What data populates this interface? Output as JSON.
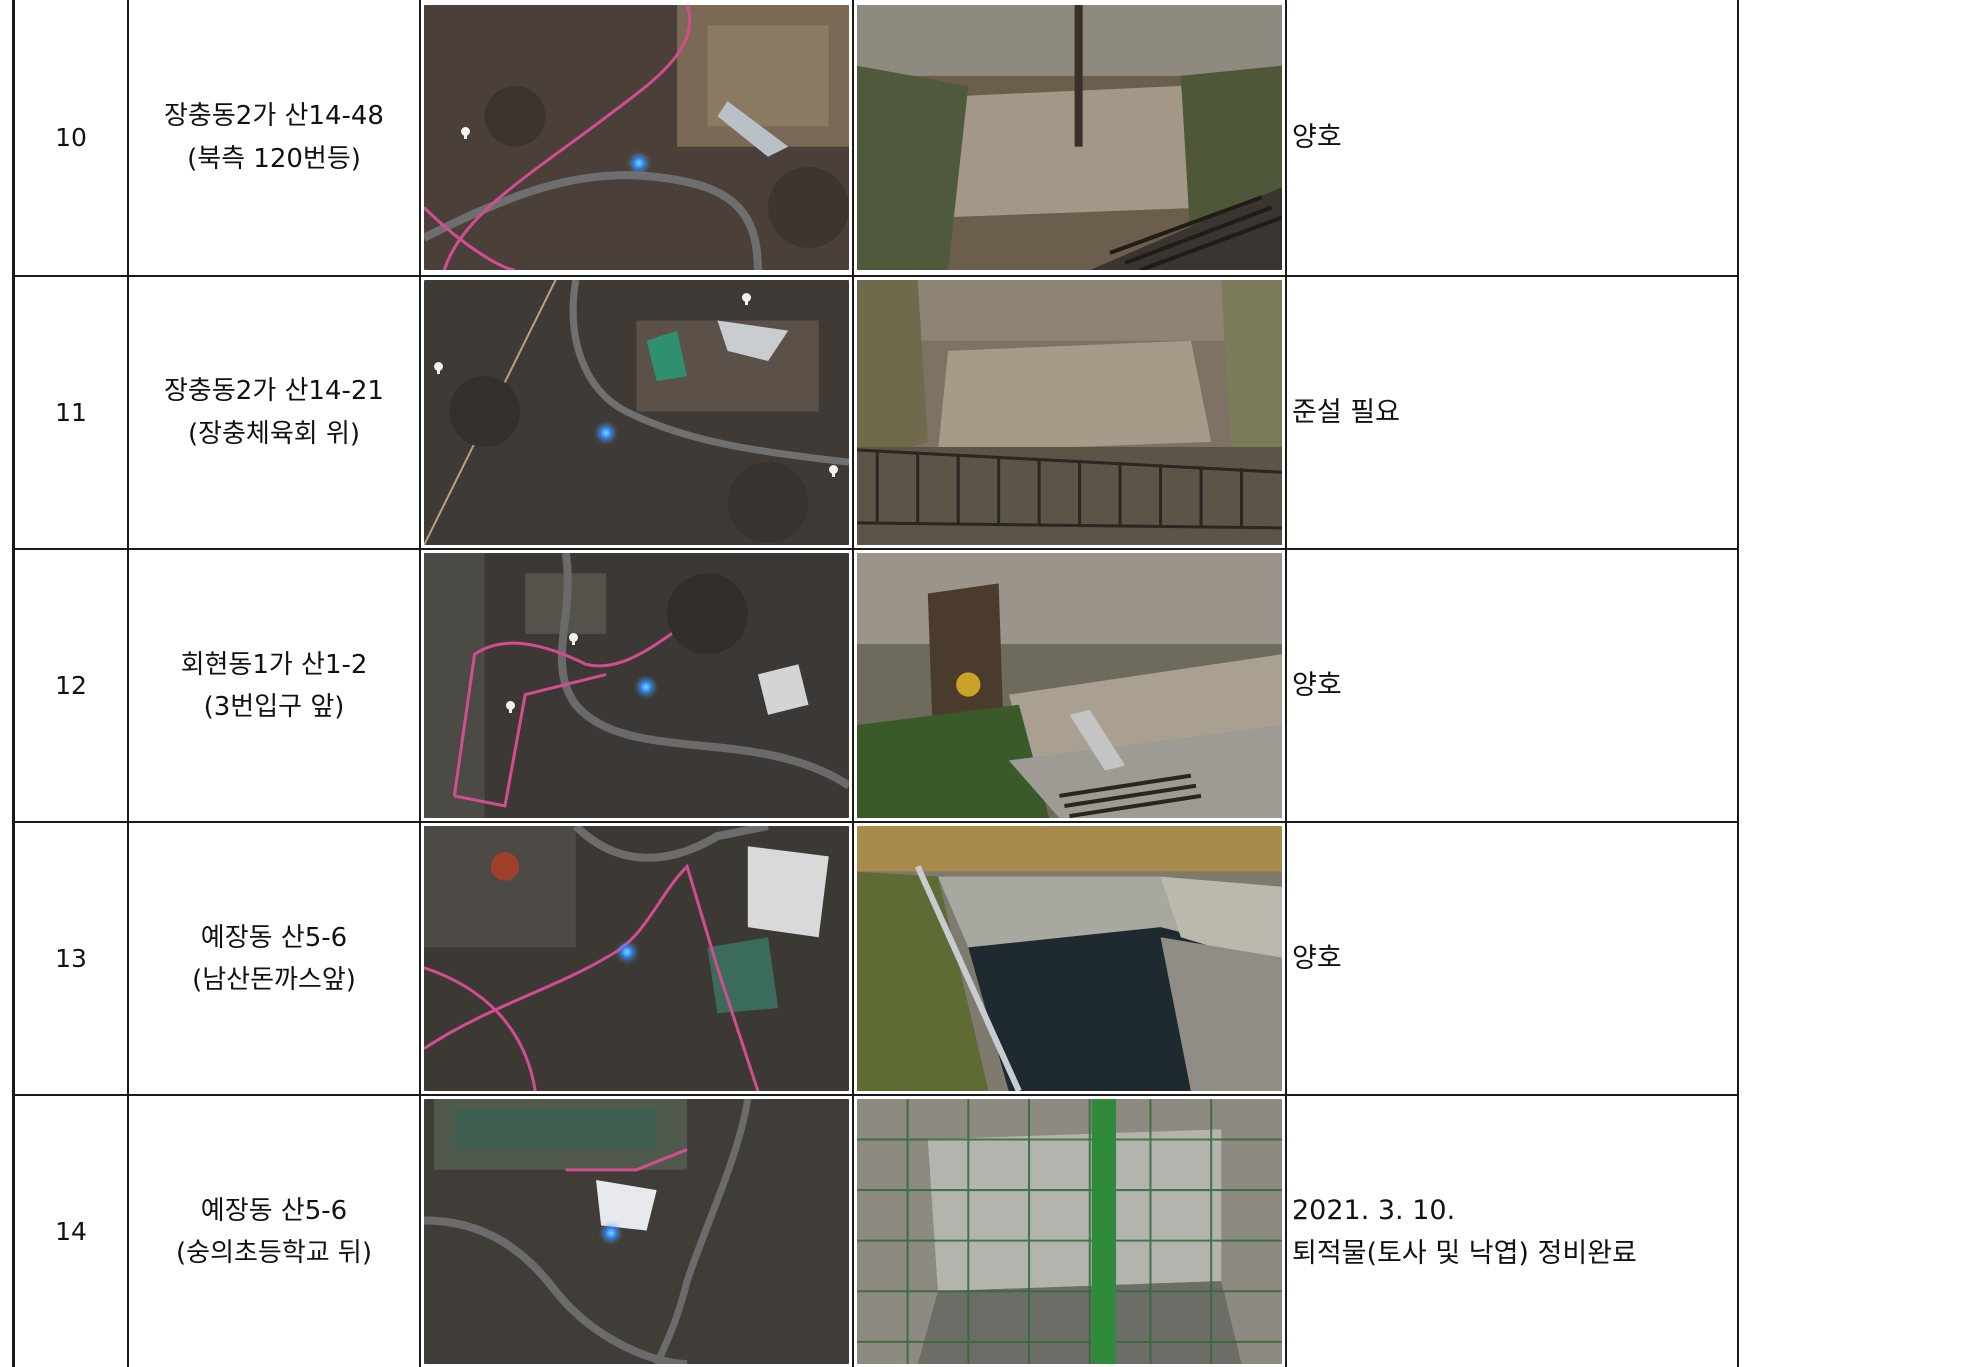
{
  "rows": [
    {
      "no": "10",
      "address": "장충동2가 산14-48",
      "location": "(북측 120번등)",
      "status": [
        "양호"
      ],
      "note": ""
    },
    {
      "no": "11",
      "address": "장충동2가 산14-21",
      "location": "(장충체육회 위)",
      "status": [
        "준설 필요"
      ],
      "note": ""
    },
    {
      "no": "12",
      "address": "회현동1가 산1-2",
      "location": "(3번입구 앞)",
      "status": [
        "양호"
      ],
      "note": ""
    },
    {
      "no": "13",
      "address": "예장동 산5-6",
      "location": "(남산돈까스앞)",
      "status": [
        "양호"
      ],
      "note": ""
    },
    {
      "no": "14",
      "address": "예장동 산5-6",
      "location": "(숭의초등학교 뒤)",
      "status": [
        "2021. 3. 10.",
        "퇴적물(토사 및 낙엽) 정비완료"
      ],
      "note": ""
    }
  ]
}
